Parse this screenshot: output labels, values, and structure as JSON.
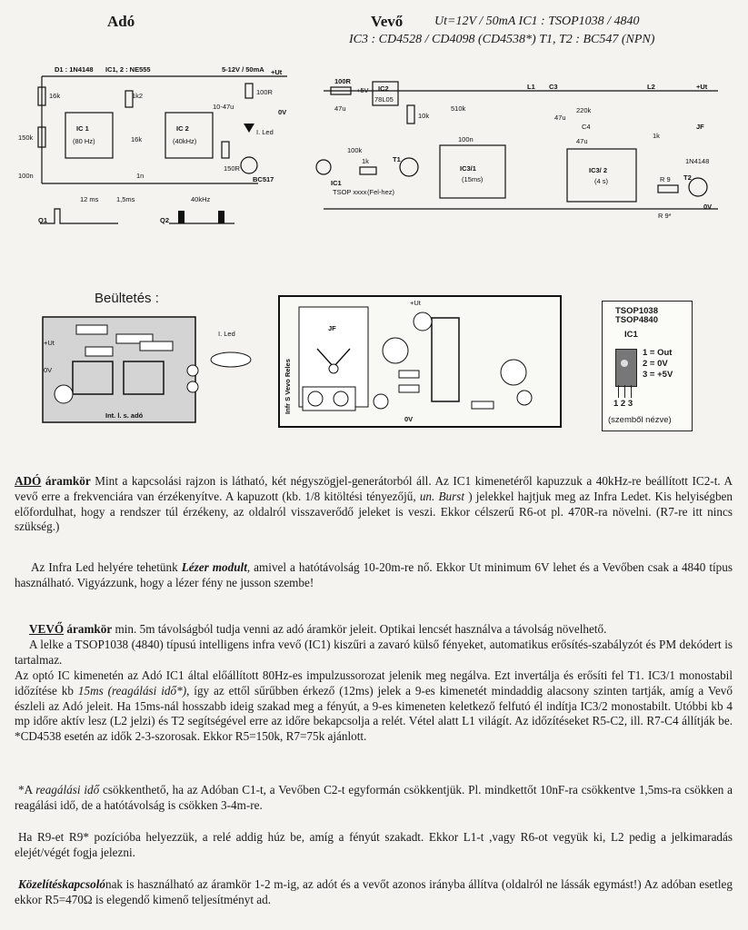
{
  "header": {
    "ado_title": "Adó",
    "vevo_title": "Vevő",
    "vevo_spec_line1": "Ut=12V / 50mA   IC1 : TSOP1038 / 4840",
    "vevo_spec_line2": "IC3 : CD4528 / CD4098  (CD4538*)   T1, T2 : BC547 (NPN)"
  },
  "schematic_labels": {
    "d1": "D1 : 1N4148",
    "ic12": "IC1, 2 : NE555",
    "supply": "5-12V / 50mA",
    "plus_ut": "+Ut",
    "zero_v": "0V",
    "r16k": "16k",
    "r150k": "150k",
    "c100n": "100n",
    "ic1_name": "IC 1",
    "ic1_freq": "(80 Hz)",
    "ic2_name": "IC 2",
    "ic2_freq": "(40kHz)",
    "r1k2": "1k2",
    "r16k_b": "16k",
    "c1n": "1n",
    "c10_47u": "10-47u",
    "r100r": "100R",
    "r150r": "150R",
    "iled": "I. Led",
    "bc517": "BC517",
    "t12ms": "12 ms",
    "t15ms": "1,5ms",
    "t40khz": "40kHz",
    "q1": "Q1",
    "q2": "Q2",
    "vr100r": "100R",
    "v_ic2": "IC2",
    "v_7805": "78L05",
    "v_5v": "+5V",
    "v_47u": "47u",
    "v_10k": "10k",
    "v_100k": "100k",
    "v_ic1": "IC1",
    "v_tsop": "TSOP xxxx",
    "v_1k": "1k",
    "v_t1": "T1",
    "v_felhez": "(Fel-hez)",
    "v_510k": "510k",
    "v_100n": "100n",
    "v_ic31": "IC3/1",
    "v_15ms": "(15ms)",
    "v_l1": "L1",
    "v_c3": "C3",
    "v_47u2": "47u",
    "v_220k": "220k",
    "v_c4": "C4",
    "v_47u3": "47u",
    "v_ic32": "IC3/ 2",
    "v_4s": "(4 s)",
    "v_l2": "L2",
    "v_1k2": "1k",
    "v_1n4148": "1N4148",
    "v_jf": "JF",
    "v_t2": "T2",
    "v_r9": "R 9",
    "v_r9s": "R 9*",
    "v_ut": "+Ut",
    "v_0v": "0V"
  },
  "layout_section": {
    "title": "Beültetés :",
    "pcb1_label": "Int. l. s. adó",
    "pcb1_led": "I. Led",
    "pcb1_ut": "+Ut",
    "pcb1_0v": "0V",
    "pcb2_label": "Infr S Vevo Reles",
    "pcb2_ut": "+Ut",
    "pcb2_0v": "0V",
    "pcb2_jf": "JF"
  },
  "pinout": {
    "title1": "TSOP1038",
    "title2": "TSOP4840",
    "ic": "IC1",
    "pin1": "1 = Out",
    "pin2": "2 = 0V",
    "pin3": "3 = +5V",
    "pins": "1 2 3",
    "note": "(szemből nézve)"
  },
  "text": {
    "p1_head": "ADÓ",
    "p1_head2": " áramkör",
    "p1_a": "  Mint a kapcsolási rajzon is látható, két négyszögjel-generátorból áll. Az IC1 kimenetéről kapuzzuk a 40kHz-re beállított IC2-t. A vevő erre a frekvenciára van érzékenyítve.  A kapuzott (kb. 1/8 kitöltési tényezőjű, ",
    "p1_burst": "un. Burst",
    "p1_b": " ) jelekkel hajtjuk meg az Infra Ledet.  Kis helyiségben előfordulhat, hogy a rendszer túl érzékeny, az oldalról visszaverődő jeleket is veszi. Ekkor célszerű R6-ot pl. 470R-ra növelni. (R7-re itt nincs szükség.)",
    "p2_a": "Az Infra Led helyére tehetünk ",
    "p2_lezer": "Lézer modult",
    "p2_b": ", amivel a hatótávolság 10-20m-re nő. Ekkor Ut minimum 6V lehet és a Vevőben csak a 4840 típus használható. Vigyázzunk, hogy a lézer fény ne jusson szembe!",
    "p3_head": "VEVŐ",
    "p3_head2": " áramkör",
    "p3_a": "  min. 5m távolságból tudja venni az adó áramkör jeleit. Optikai lencsét használva a távolság növelhető.",
    "p4_a": "A lelke a TSOP1038 (4840) típusú intelligens infra vevő (IC1) kiszűri a zavaró külső fényeket, automatikus erősítés-szabályzót és PM dekódert is tartalmaz.",
    "p5_a": "Az optó IC kimenetén az Adó IC1 által előállított 80Hz-es impulzussorozat jelenik meg negálva. Ezt invertálja és erősíti fel T1. IC3/1 monostabil időzítése kb ",
    "p5_it": "15ms (reagálási idő*)",
    "p5_b": ", így az ettől sűrűbben érkező (12ms) jelek a 9-es kimenetét mindaddig alacsony szinten tartják, amíg a Vevő észleli az Adó jeleit. Ha 15ms-nál hosszabb ideig szakad meg a fényút, a 9-es kimeneten keletkező felfutó él indítja IC3/2 monostabilt. Utóbbi kb 4 mp időre aktív lesz (L2 jelzi) és T2 segítségével erre az időre bekapcsolja a relét.  Vétel alatt L1 világít.  Az időzítéseket R5-C2, ill. R7-C4 állítják be.  *CD4538 esetén az idők 2-3-szorosak. Ekkor R5=150k, R7=75k ajánlott.",
    "p6_a": "*A ",
    "p6_it": "reagálási idő",
    "p6_b": " csökkenthető, ha az Adóban C1-t, a Vevőben C2-t egyformán csökkentjük.  Pl. mindkettőt 10nF-ra csökkentve 1,5ms-ra csökken a reagálási idő, de a hatótávolság is csökken 3-4m-re.",
    "p7_a": "Ha R9-et R9* pozícióba helyezzük, a relé addig húz be, amíg a fényút szakadt. Ekkor L1-t ,vagy R6-ot vegyük ki, L2 pedig a jelkimaradás elejét/végét fogja jelezni.",
    "p8_it": "Közelítéskapcsoló",
    "p8_a": "nak is használható az áramkör 1-2 m-ig, az adót és a vevőt azonos irányba állítva (oldalról ne lássák egymást!) Az adóban esetleg ekkor R5=470Ω is elegendő kimenő teljesítményt ad."
  }
}
